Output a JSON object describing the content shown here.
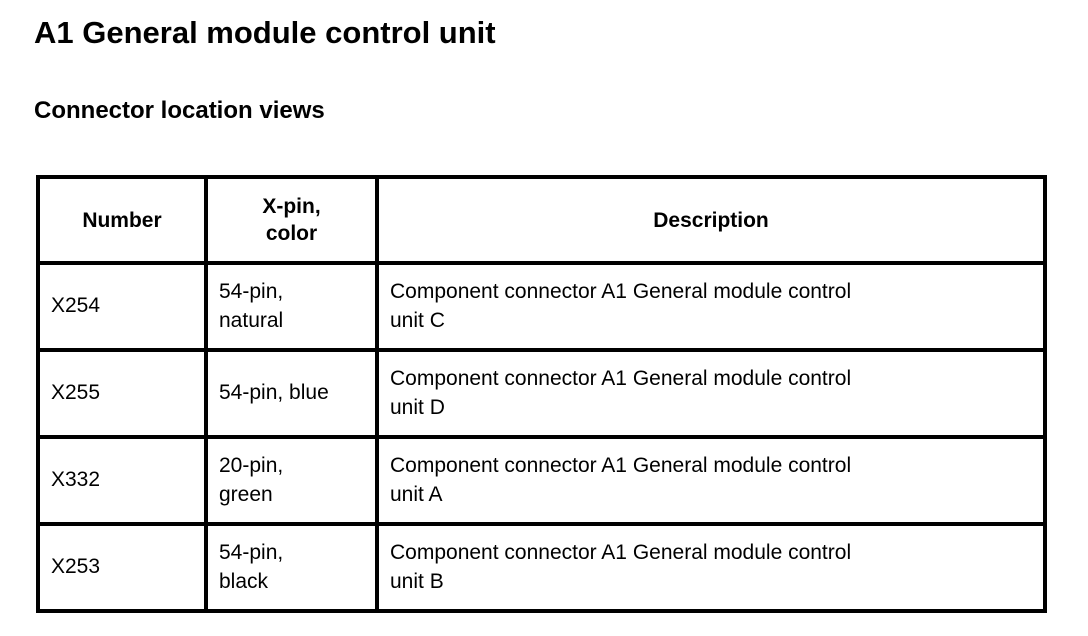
{
  "colors": {
    "text": "#000000",
    "background": "#ffffff",
    "table_border": "#000000"
  },
  "page": {
    "title": "A1 General module control unit",
    "subtitle": "Connector location views"
  },
  "table": {
    "headers": {
      "number": "Number",
      "xpin_color": "X-pin,\ncolor",
      "description": "Description"
    },
    "rows": [
      {
        "number": "X254",
        "xpin_color": "54-pin,\nnatural",
        "description": "Component connector A1 General module control\nunit C"
      },
      {
        "number": "X255",
        "xpin_color": "54-pin, blue",
        "description": "Component connector A1 General module control\nunit D"
      },
      {
        "number": "X332",
        "xpin_color": "20-pin,\ngreen",
        "description": "Component connector A1 General module control\nunit A"
      },
      {
        "number": "X253",
        "xpin_color": "54-pin,\nblack",
        "description": "Component connector A1 General module control\nunit B"
      }
    ]
  }
}
